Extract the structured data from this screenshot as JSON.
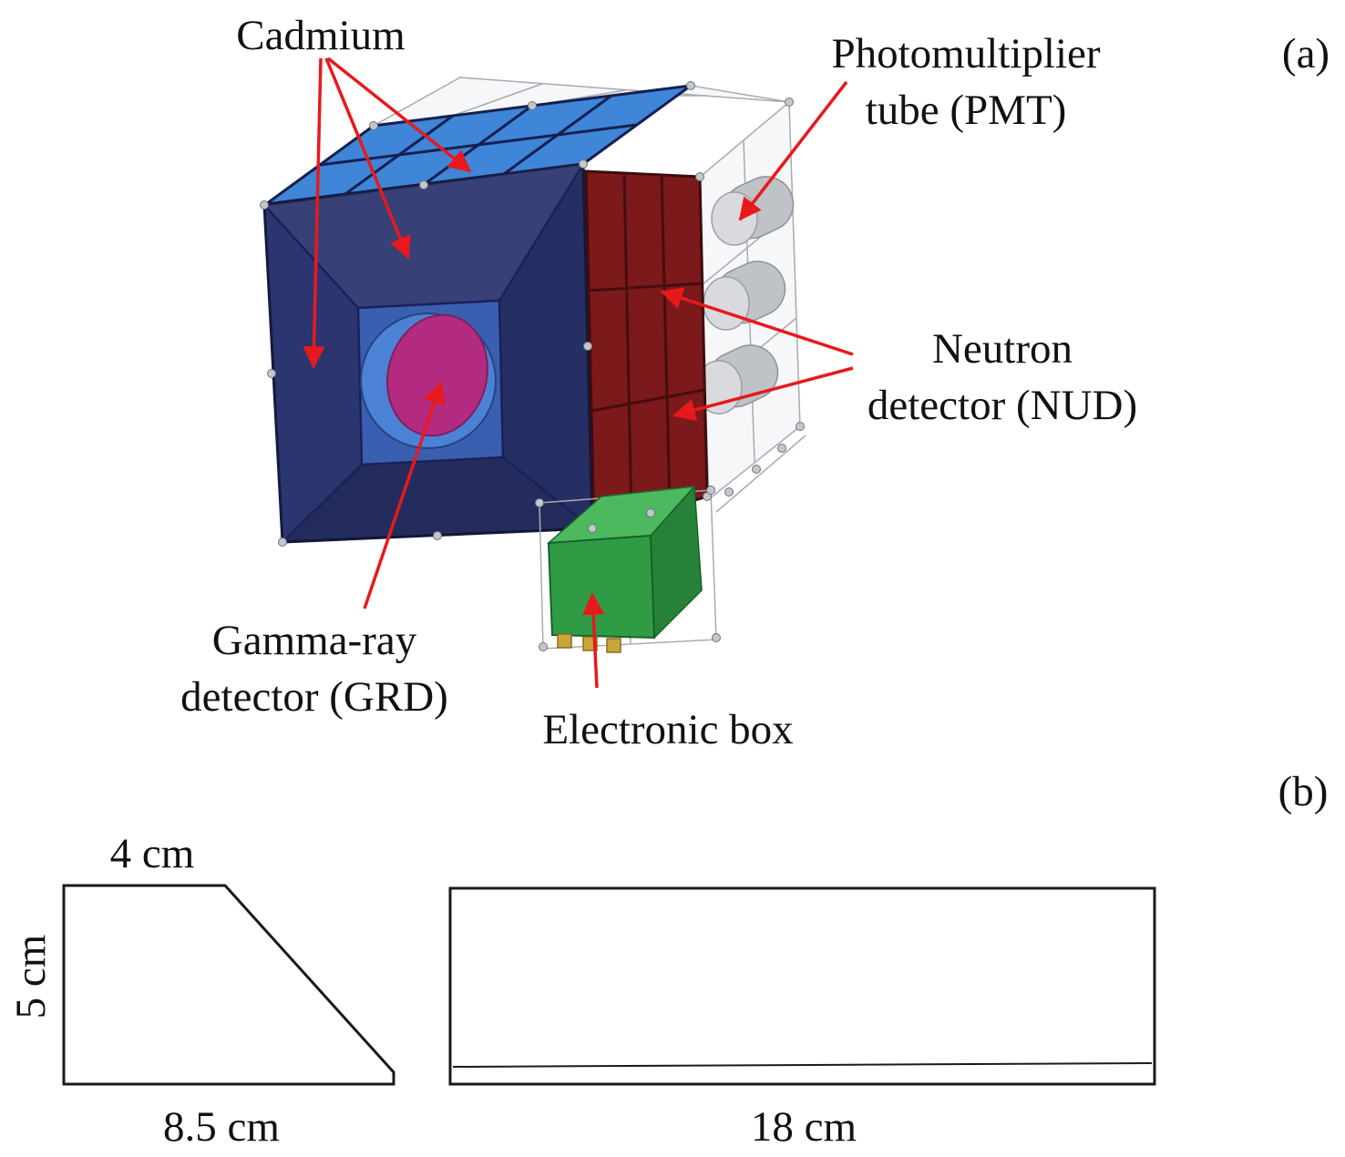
{
  "panel_a": {
    "tag": "(a)",
    "labels": {
      "cadmium": "Cadmium",
      "pmt": [
        "Photomultiplier",
        "tube (PMT)"
      ],
      "nud": [
        "Neutron",
        "detector (NUD)"
      ],
      "grd": [
        "Gamma-ray",
        "detector (GRD)"
      ],
      "electronic_box": "Electronic box"
    }
  },
  "panel_b": {
    "tag": "(b)",
    "trapezoid": {
      "top_label": "4 cm",
      "side_label": "5 cm",
      "bottom_label": "8.5 cm"
    },
    "bar": {
      "bottom_label": "18 cm"
    }
  },
  "colors": {
    "arrow": "#e8191c",
    "collimator_navy": "#2b356f",
    "inner_blue": "#3a5fb0",
    "crystal_ring_blue": "#4b82d6",
    "grd_magenta": "#b22b80",
    "cadmium_tile_blue": "#3f85d8",
    "nud_red": "#7c191b",
    "ebox_green": "#2f9c45",
    "ebox_green_top": "#4cb95f",
    "ebox_green_side": "#268238",
    "pmt_gray": "#bfc2c6",
    "outline_black": "#1a1a1a"
  }
}
